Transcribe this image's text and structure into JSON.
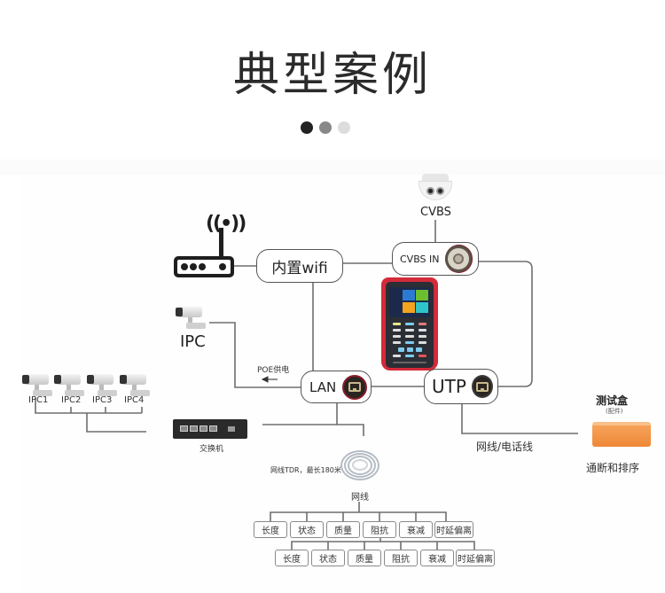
{
  "header": {
    "title": "典型案例",
    "pager_dots": [
      "active",
      "inactive",
      "inactive"
    ]
  },
  "diagram": {
    "cvbs_camera_label": "CVBS",
    "cvbs_port_label": "CVBS IN",
    "wifi_label": "内置wifi",
    "ipc_label": "IPC",
    "poe_label": "POE供电",
    "poe_arrow": "←",
    "lan_label": "LAN",
    "utp_label": "UTP",
    "ipc_cameras": [
      "IPC1",
      "IPC2",
      "IPC3",
      "IPC4"
    ],
    "switch_label": "交换机",
    "cable_tdr_label": "网线TDR，最长180米",
    "cable_label": "网线",
    "utp_line_label": "网线/电话线",
    "test_box_title": "测试盒",
    "test_box_subtitle": "(配件)",
    "test_box_caption": "通断和排序",
    "metrics_row1": [
      "长度",
      "状态",
      "质量",
      "阻抗",
      "衰减",
      "时延偏离"
    ],
    "metrics_row2": [
      "长度",
      "状态",
      "质量",
      "阻抗",
      "衰减",
      "时延偏离"
    ]
  },
  "colors": {
    "line": "#6e6e6e",
    "tester_red": "#d42a3a",
    "test_box_orange": "#ee8836",
    "port_ring": "#8b1c2a"
  }
}
